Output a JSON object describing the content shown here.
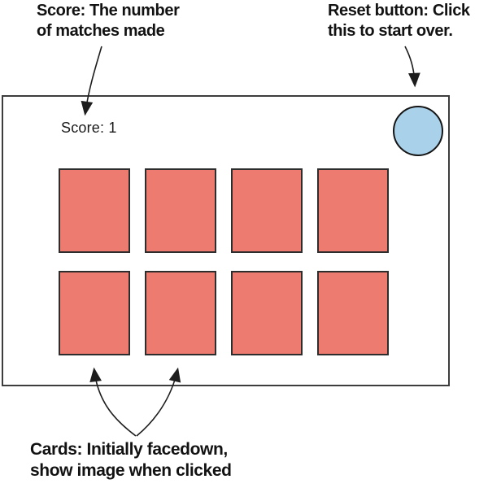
{
  "annotations": {
    "score_note": {
      "line1": "Score: The number",
      "line2": "of matches made"
    },
    "reset_note": {
      "line1": "Reset button: Click",
      "line2": "this to start over."
    },
    "cards_note": {
      "line1": "Cards: Initially facedown,",
      "line2": "show image when clicked"
    }
  },
  "game": {
    "score_label": "Score: 1",
    "cards": {
      "count": 8,
      "columns": 4,
      "rows": 2
    }
  },
  "colors": {
    "card_fill": "#ee7b70",
    "card_border": "#2d2d2d",
    "reset_fill": "#a9d1e9",
    "reset_border": "#151515",
    "board_border": "#3d3d3d",
    "arrow": "#1d1d1d",
    "note_text": "#121212",
    "score_text": "#1a1a1a"
  }
}
